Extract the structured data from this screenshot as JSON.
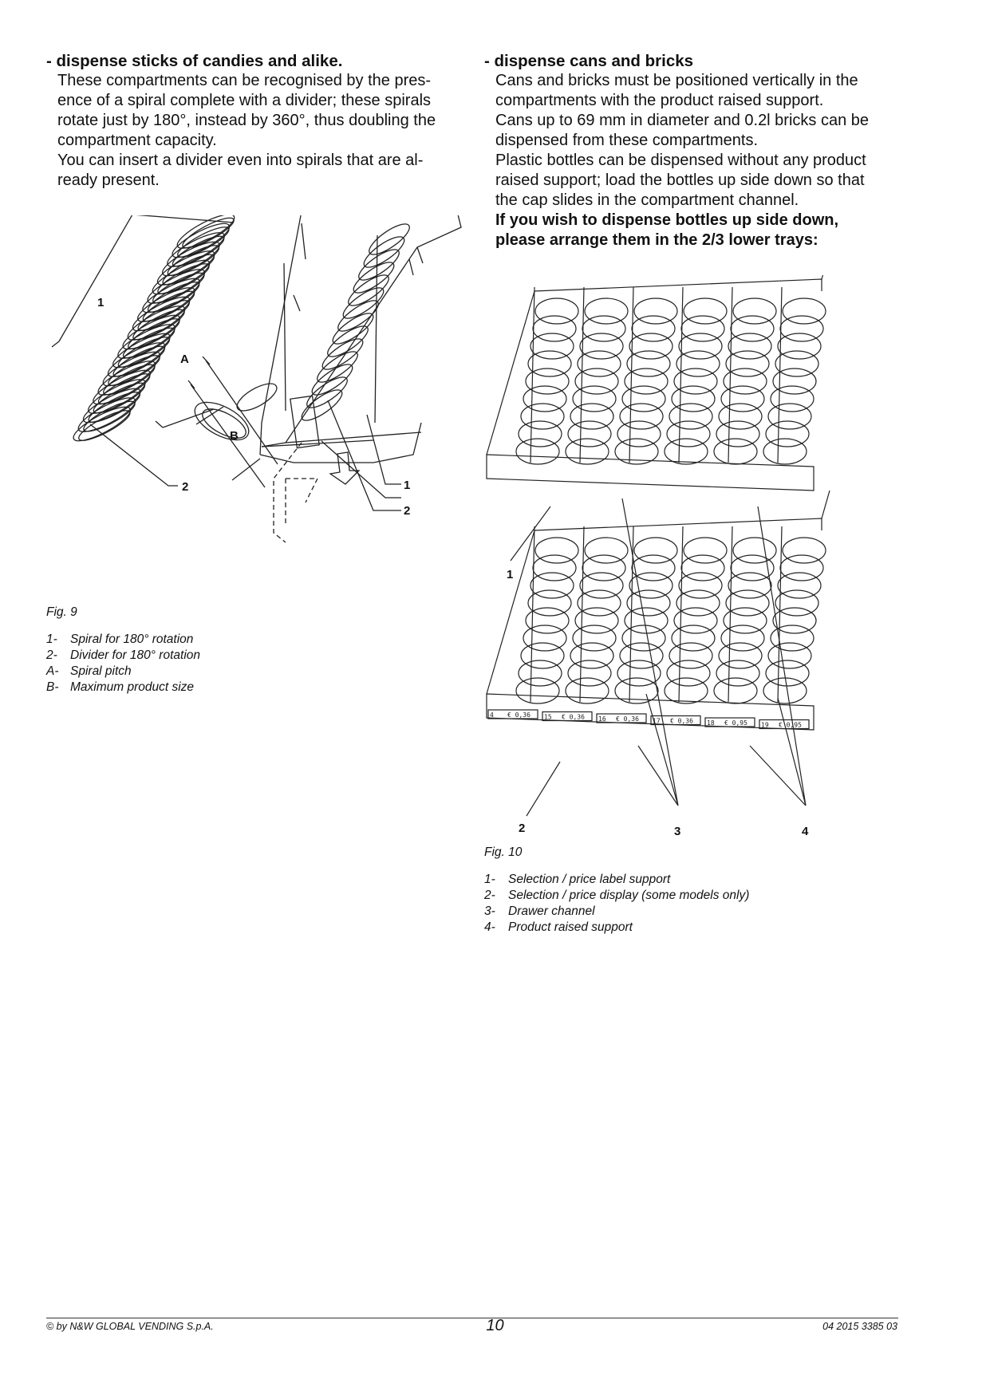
{
  "left": {
    "heading": "- dispense sticks of candies and alike.",
    "lines": [
      "These compartments can be recognised by the pres-",
      "ence of a spiral complete with a divider; these spirals",
      "rotate just by 180°, instead by 360°, thus doubling the",
      "compartment capacity.",
      "You can insert a divider even into spirals that are al-",
      "ready present."
    ]
  },
  "right": {
    "heading": "- dispense cans and bricks",
    "lines": [
      "Cans and bricks must be positioned vertically in the",
      "compartments with the product raised support.",
      "Cans up to 69 mm in diameter and 0.2l bricks can be",
      "dispensed from these compartments.",
      "Plastic bottles can be dispensed without any product",
      "raised support; load the bottles up side down so that",
      "the cap slides in the compartment channel."
    ],
    "bold_lines": [
      "If you wish to dispense bottles up side down,",
      "please arrange them in the 2/3 lower trays:"
    ]
  },
  "fig9": {
    "title": "Fig. 9",
    "callouts": {
      "c1a": "1",
      "ca": "A",
      "cb": "B",
      "c2a": "2",
      "c1b": "1",
      "c2b": "2"
    },
    "legend": [
      {
        "key": "1-",
        "text": "Spiral for 180° rotation"
      },
      {
        "key": "2-",
        "text": "Divider for 180° rotation"
      },
      {
        "key": "A-",
        "text": "Spiral pitch"
      },
      {
        "key": "B-",
        "text": "Maximum product size"
      }
    ]
  },
  "fig10": {
    "title": "Fig. 10",
    "callouts": {
      "c1": "1",
      "c2": "2",
      "c3": "3",
      "c4": "4"
    },
    "price_labels": [
      {
        "sel": "4",
        "price": "€ 0,36"
      },
      {
        "sel": "15",
        "price": "€ 0,36"
      },
      {
        "sel": "16",
        "price": "€ 0,36"
      },
      {
        "sel": "17",
        "price": "€ 0,36"
      },
      {
        "sel": "18",
        "price": "€ 0,95"
      },
      {
        "sel": "19",
        "price": "€ 0,95"
      }
    ],
    "legend": [
      {
        "key": "1-",
        "text": "Selection / price label support"
      },
      {
        "key": "2-",
        "text": "Selection / price display (some models only)"
      },
      {
        "key": "3-",
        "text": "Drawer channel"
      },
      {
        "key": "4-",
        "text": "Product raised support"
      }
    ]
  },
  "footer": {
    "copyright": "© by N&W GLOBAL VENDING S.p.A.",
    "page_number": "10",
    "doc_code": "04 2015 3385 03"
  }
}
